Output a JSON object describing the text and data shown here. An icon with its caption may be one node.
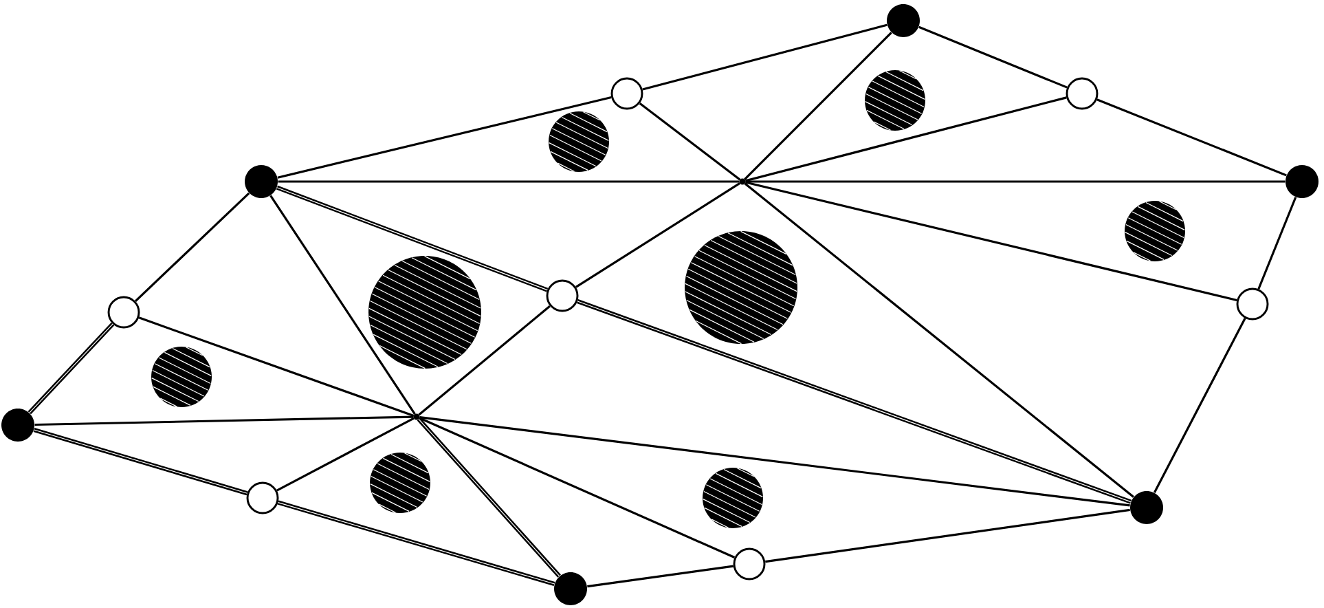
{
  "diagram": {
    "nodes": [
      {
        "text": [],
        "shape": "dot"
      },
      {
        "text": [],
        "shape": "circle"
      },
      {
        "text": [],
        "shape": "disc"
      },
      {
        "text": [],
        "shape": "circle"
      },
      {
        "text": [],
        "shape": "disc"
      },
      {
        "text": [],
        "shape": "dot"
      },
      {
        "text": [],
        "shape": "point"
      },
      {
        "text": [],
        "shape": "dot"
      },
      {
        "text": [],
        "shape": "disc"
      },
      {
        "text": [],
        "shape": "circle"
      },
      {
        "text": [],
        "shape": "disc"
      },
      {
        "text": [],
        "shape": "circle"
      },
      {
        "text": [],
        "shape": "disc"
      },
      {
        "text": [],
        "shape": "circle"
      },
      {
        "text": [],
        "shape": "disc"
      },
      {
        "text": [],
        "shape": "dot"
      },
      {
        "text": [],
        "shape": "point"
      },
      {
        "text": [],
        "shape": "disc"
      },
      {
        "text": [],
        "shape": "circle"
      },
      {
        "text": [],
        "shape": "disc"
      },
      {
        "text": [],
        "shape": "dot"
      },
      {
        "text": [],
        "shape": "circle"
      },
      {
        "text": [],
        "shape": "dot"
      }
    ],
    "edges": [
      {
        "from": 15,
        "to": 9,
        "arrow": "none",
        "style": "thick"
      },
      {
        "from": 9,
        "to": 5,
        "arrow": "none"
      },
      {
        "from": 5,
        "to": 1,
        "arrow": "none"
      },
      {
        "from": 1,
        "to": 0,
        "arrow": "none"
      },
      {
        "from": 0,
        "to": 3,
        "arrow": "none"
      },
      {
        "from": 3,
        "to": 7,
        "arrow": "none"
      },
      {
        "from": 7,
        "to": 13,
        "arrow": "none"
      },
      {
        "from": 13,
        "to": 20,
        "arrow": "none"
      },
      {
        "from": 20,
        "to": 21,
        "arrow": "none"
      },
      {
        "from": 21,
        "to": 22,
        "arrow": "none"
      },
      {
        "from": 22,
        "to": 18,
        "arrow": "none",
        "style": "thick"
      },
      {
        "from": 18,
        "to": 15,
        "arrow": "none",
        "style": "thick"
      },
      {
        "from": 5,
        "to": 6,
        "arrow": "none"
      },
      {
        "from": 1,
        "to": 6,
        "arrow": "none"
      },
      {
        "from": 0,
        "to": 6,
        "arrow": "none"
      },
      {
        "from": 3,
        "to": 6,
        "arrow": "none"
      },
      {
        "from": 6,
        "to": 7,
        "arrow": "none"
      },
      {
        "from": 6,
        "to": 13,
        "arrow": "none"
      },
      {
        "from": 6,
        "to": 20,
        "arrow": "none"
      },
      {
        "from": 6,
        "to": 11,
        "arrow": "none"
      },
      {
        "from": 5,
        "to": 11,
        "arrow": "none",
        "style": "thick"
      },
      {
        "from": 11,
        "to": 20,
        "arrow": "none",
        "style": "thick"
      },
      {
        "from": 5,
        "to": 16,
        "arrow": "none"
      },
      {
        "from": 9,
        "to": 16,
        "arrow": "none"
      },
      {
        "from": 15,
        "to": 16,
        "arrow": "none"
      },
      {
        "from": 18,
        "to": 16,
        "arrow": "none"
      },
      {
        "from": 11,
        "to": 16,
        "arrow": "none"
      },
      {
        "from": 16,
        "to": 22,
        "arrow": "none",
        "style": "thick"
      },
      {
        "from": 16,
        "to": 21,
        "arrow": "none"
      },
      {
        "from": 16,
        "to": 20,
        "arrow": "none"
      }
    ]
  }
}
